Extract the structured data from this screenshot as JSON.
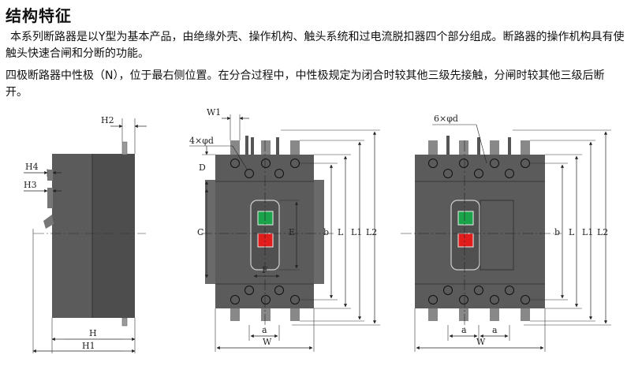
{
  "heading": "结构特征",
  "paragraphs": [
    "本系列断路器是以Y型为基本产品，由绝缘外壳、操作机构、触头系统和过电流脱扣器四个部分组成。断路器的操作机构具有使触头快速合闸和分断的功能。",
    "四极断路器中性极（N），位于最右侧位置。在分合过程中，中性极规定为闭合时较其他三级先接触，分闸时较其他三级后断开。"
  ],
  "side_view": {
    "labels": {
      "h2": "H2",
      "h4": "H4",
      "h3": "H3",
      "h": "H",
      "h1": "H1"
    }
  },
  "front3": {
    "labels": {
      "w1": "W1",
      "holes": "4×φd",
      "d": "D",
      "c": "C",
      "e": "E",
      "f": "F",
      "b": "b",
      "l": "L",
      "l1": "L1",
      "l2": "L2",
      "a": "a",
      "w": "W"
    }
  },
  "front4": {
    "labels": {
      "holes": "6×φd",
      "b": "b",
      "l": "L",
      "l1": "L1",
      "l2": "L2",
      "a": "a",
      "w": "W"
    }
  },
  "colors": {
    "body": "#5b5b5b",
    "on_button": "#1aa34a",
    "off_button": "#e21b1b"
  }
}
